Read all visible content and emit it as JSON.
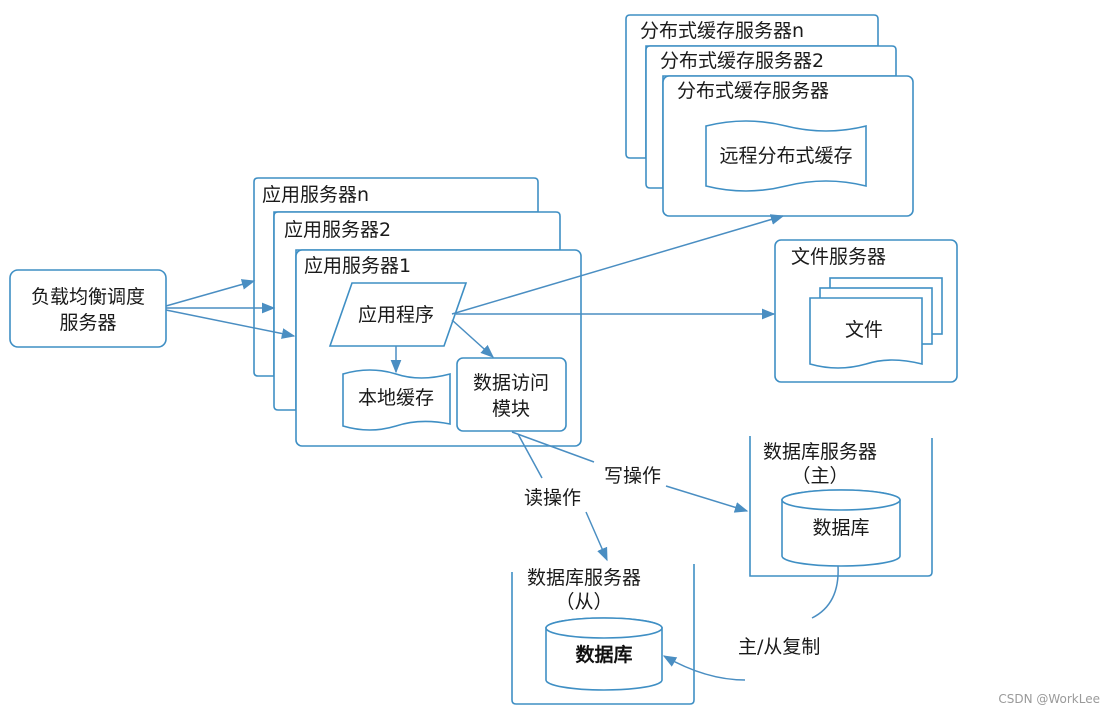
{
  "diagram": {
    "load_balancer": "负载均衡调度\n服务器",
    "app_servers": [
      "应用服务器n",
      "应用服务器2",
      "应用服务器1"
    ],
    "application": "应用程序",
    "local_cache": "本地缓存",
    "data_access": "数据访问\n模块",
    "cache_servers": [
      "分布式缓存服务器n",
      "分布式缓存服务器2",
      "分布式缓存服务器"
    ],
    "remote_cache": "远程分布式缓存",
    "file_server": "文件服务器",
    "file": "文件",
    "db_master_server": "数据库服务器\n（主）",
    "db_master": "数据库",
    "db_slave_server": "数据库服务器\n（从）",
    "db_slave": "数据库",
    "write_op": "写操作",
    "read_op": "读操作",
    "replication": "主/从复制"
  },
  "watermark": "CSDN @WorkLee",
  "colors": {
    "stroke": "#3f8fc4",
    "text": "#1a1a1a"
  }
}
